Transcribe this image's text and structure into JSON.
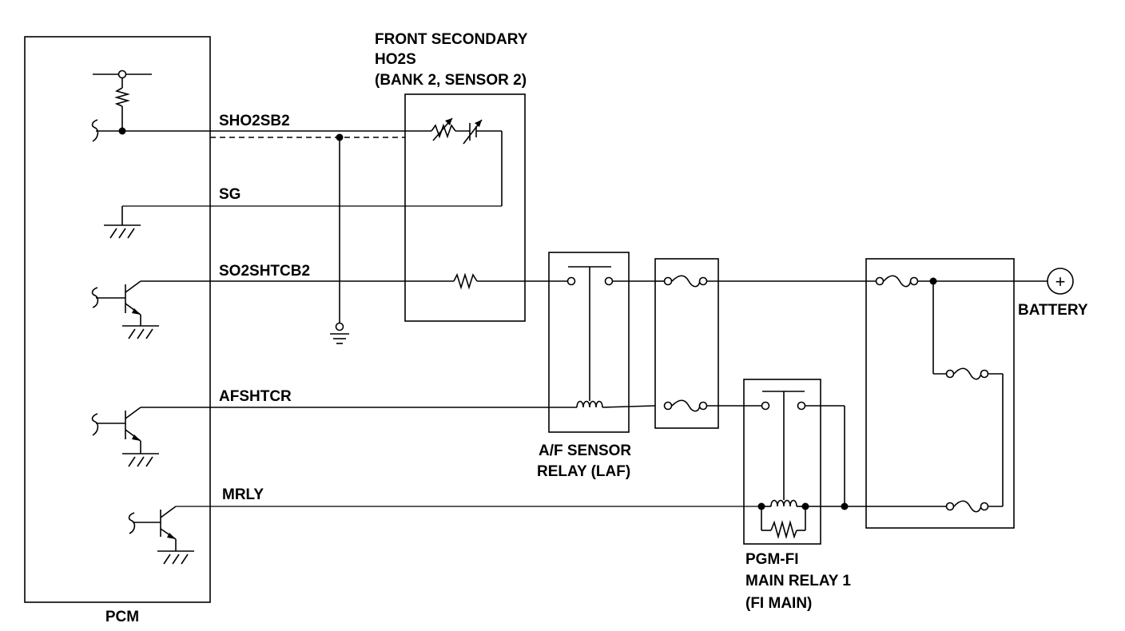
{
  "labels": {
    "pcm": "PCM",
    "ho2s_line1": "FRONT SECONDARY",
    "ho2s_line2": "HO2S",
    "ho2s_line3": "(BANK 2, SENSOR 2)",
    "sho2sb2": "SHO2SB2",
    "sg": "SG",
    "so2shtcb2": "SO2SHTCB2",
    "afshtcr": "AFSHTCR",
    "mrly": "MRLY",
    "af_relay_line1": "A/F SENSOR",
    "af_relay_line2": "RELAY (LAF)",
    "pgmfi_line1": "PGM-FI",
    "pgmfi_line2": "MAIN RELAY 1",
    "pgmfi_line3": "(FI MAIN)",
    "battery": "BATTERY",
    "battery_symbol": "+"
  }
}
